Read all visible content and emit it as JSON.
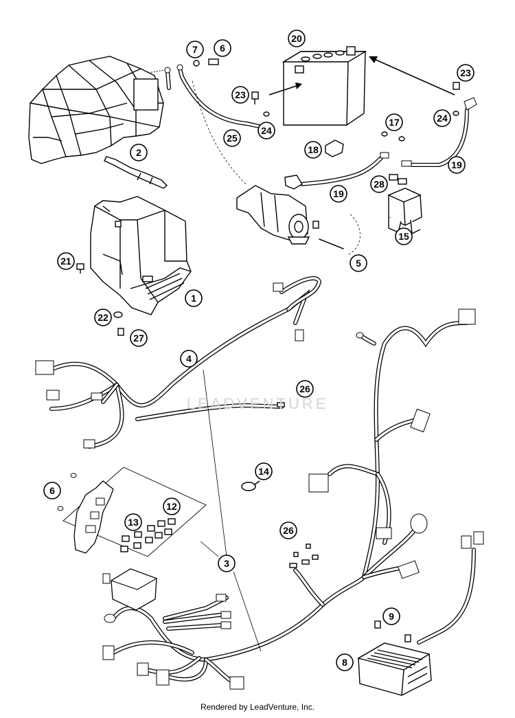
{
  "diagram": {
    "footer": "Rendered by LeadVenture, Inc.",
    "watermark": "LEADVENTURE",
    "callouts": [
      {
        "id": "c1",
        "label": "1"
      },
      {
        "id": "c2",
        "label": "2"
      },
      {
        "id": "c3",
        "label": "3"
      },
      {
        "id": "c4",
        "label": "4"
      },
      {
        "id": "c5",
        "label": "5"
      },
      {
        "id": "c6a",
        "label": "6"
      },
      {
        "id": "c6b",
        "label": "6"
      },
      {
        "id": "c7",
        "label": "7"
      },
      {
        "id": "c8",
        "label": "8"
      },
      {
        "id": "c9",
        "label": "9"
      },
      {
        "id": "c12",
        "label": "12"
      },
      {
        "id": "c13",
        "label": "13"
      },
      {
        "id": "c14",
        "label": "14"
      },
      {
        "id": "c15",
        "label": "15"
      },
      {
        "id": "c17",
        "label": "17"
      },
      {
        "id": "c18",
        "label": "18"
      },
      {
        "id": "c19a",
        "label": "19"
      },
      {
        "id": "c19b",
        "label": "19"
      },
      {
        "id": "c20",
        "label": "20"
      },
      {
        "id": "c21",
        "label": "21"
      },
      {
        "id": "c22",
        "label": "22"
      },
      {
        "id": "c23a",
        "label": "23"
      },
      {
        "id": "c23b",
        "label": "23"
      },
      {
        "id": "c24a",
        "label": "24"
      },
      {
        "id": "c24b",
        "label": "24"
      },
      {
        "id": "c25",
        "label": "25"
      },
      {
        "id": "c26a",
        "label": "26"
      },
      {
        "id": "c26b",
        "label": "26"
      },
      {
        "id": "c27",
        "label": "27"
      },
      {
        "id": "c28",
        "label": "28"
      }
    ]
  }
}
